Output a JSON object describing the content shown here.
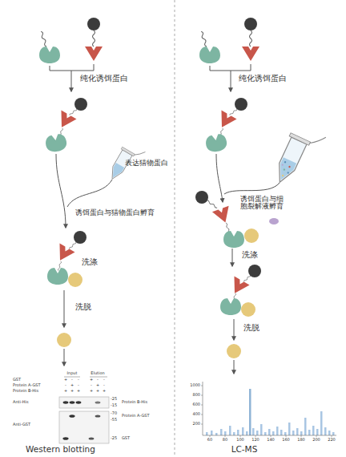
{
  "diagram": {
    "labels": [
      "纯化诱饵蛋白",
      "表达猎物蛋白",
      "诱饵蛋白与猎物蛋白孵育",
      "洗涤",
      "洗脱",
      "Input",
      "Elution",
      "GST",
      "Protein A-GST",
      "Protein B-His",
      "+",
      "-",
      "-",
      "+",
      "-",
      "-",
      "-",
      "+",
      "-",
      "-",
      "+",
      "-",
      "+",
      "+",
      "+",
      "+",
      "+",
      "+",
      "Anti-His",
      "-25",
      "-15",
      "Protein B-His",
      "-70",
      "Protein A-GST",
      "-55",
      "Anti-GST",
      "-25",
      "GST",
      "Western blotting",
      "纯化诱饵蛋白",
      "诱饵蛋白与细 胞裂解液孵育",
      "洗涤",
      "洗脱",
      "1000",
      "800",
      "600",
      "400",
      "200",
      "60",
      "80",
      "100",
      "120",
      "140",
      "160",
      "180",
      "200",
      "220",
      "LC-MS"
    ]
  }
}
